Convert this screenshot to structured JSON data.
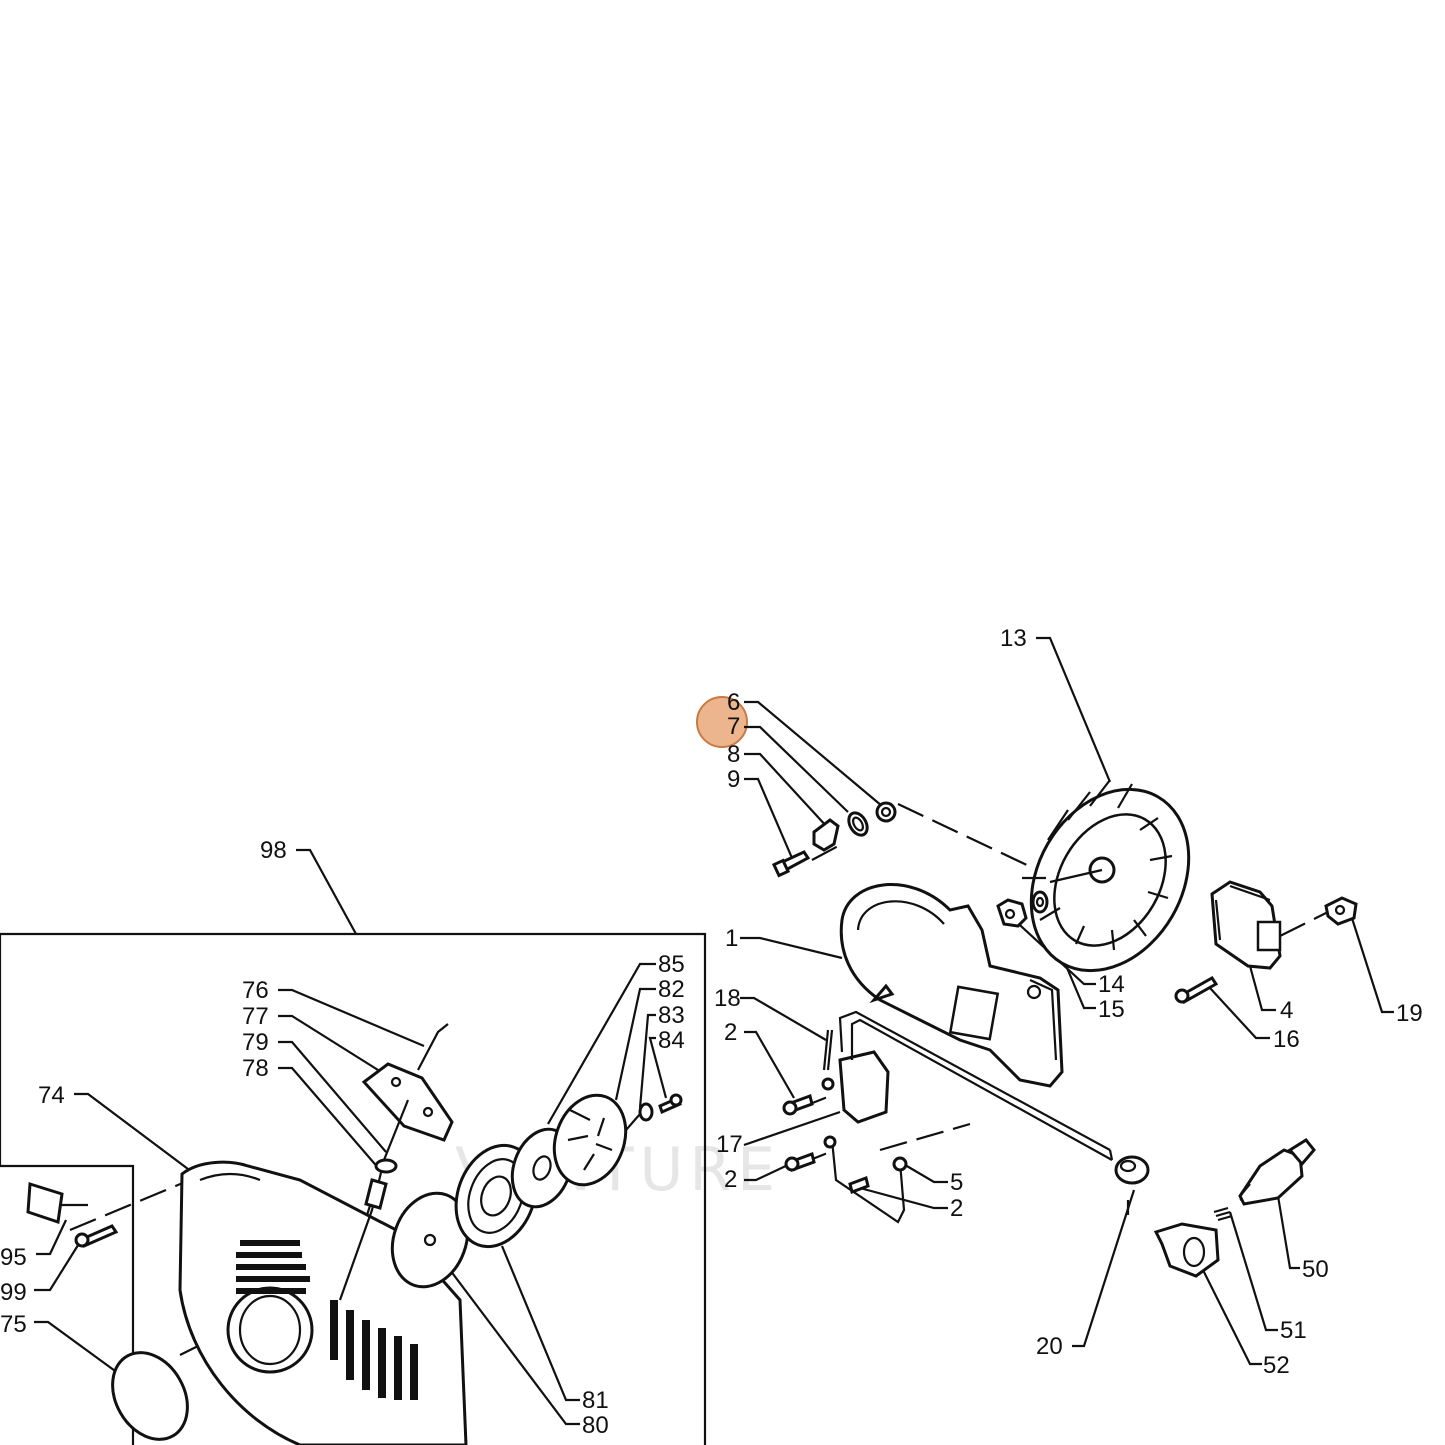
{
  "diagram": {
    "highlight_color": "#e9a87a",
    "highlighted_callout": "7",
    "watermark": "VENTURE",
    "callouts": {
      "c1": "1",
      "c2a": "2",
      "c2b": "2",
      "c2c": "2",
      "c4": "4",
      "c5": "5",
      "c6": "6",
      "c7": "7",
      "c8": "8",
      "c9": "9",
      "c13": "13",
      "c14": "14",
      "c15": "15",
      "c16": "16",
      "c17": "17",
      "c18": "18",
      "c19": "19",
      "c20": "20",
      "c50": "50",
      "c51": "51",
      "c52": "52",
      "c74": "74",
      "c75": "75",
      "c76": "76",
      "c77": "77",
      "c78": "78",
      "c79": "79",
      "c80": "80",
      "c81": "81",
      "c82": "82",
      "c83": "83",
      "c84": "84",
      "c85": "85",
      "c95": "95",
      "c98": "98",
      "c99": "99"
    }
  }
}
